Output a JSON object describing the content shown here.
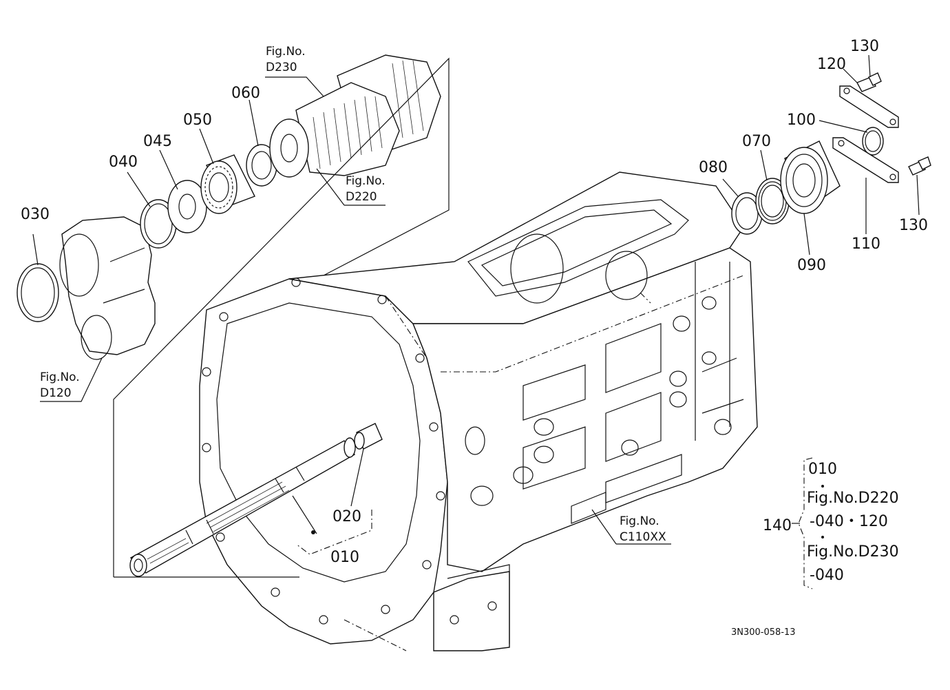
{
  "callouts": {
    "p010": "010",
    "p020": "020",
    "p030": "030",
    "p040": "040",
    "p045": "045",
    "p050": "050",
    "p060": "060",
    "p070": "070",
    "p080": "080",
    "p090": "090",
    "p100": "100",
    "p110": "110",
    "p120": "120",
    "p130a": "130",
    "p130b": "130",
    "p140": "140"
  },
  "fig_refs": {
    "d230": {
      "line1": "Fig.No.",
      "line2": "D230"
    },
    "d220": {
      "line1": "Fig.No.",
      "line2": "D220"
    },
    "d120": {
      "line1": "Fig.No.",
      "line2": "D120"
    },
    "c110xx": {
      "line1": "Fig.No.",
      "line2": "C110XX"
    }
  },
  "kit_140": {
    "line1": "010",
    "line2": "Fig.No.D220",
    "line3": "-040・120",
    "line4": "Fig.No.D230",
    "line5": "-040"
  },
  "drawing_code": "3N300-058-13"
}
